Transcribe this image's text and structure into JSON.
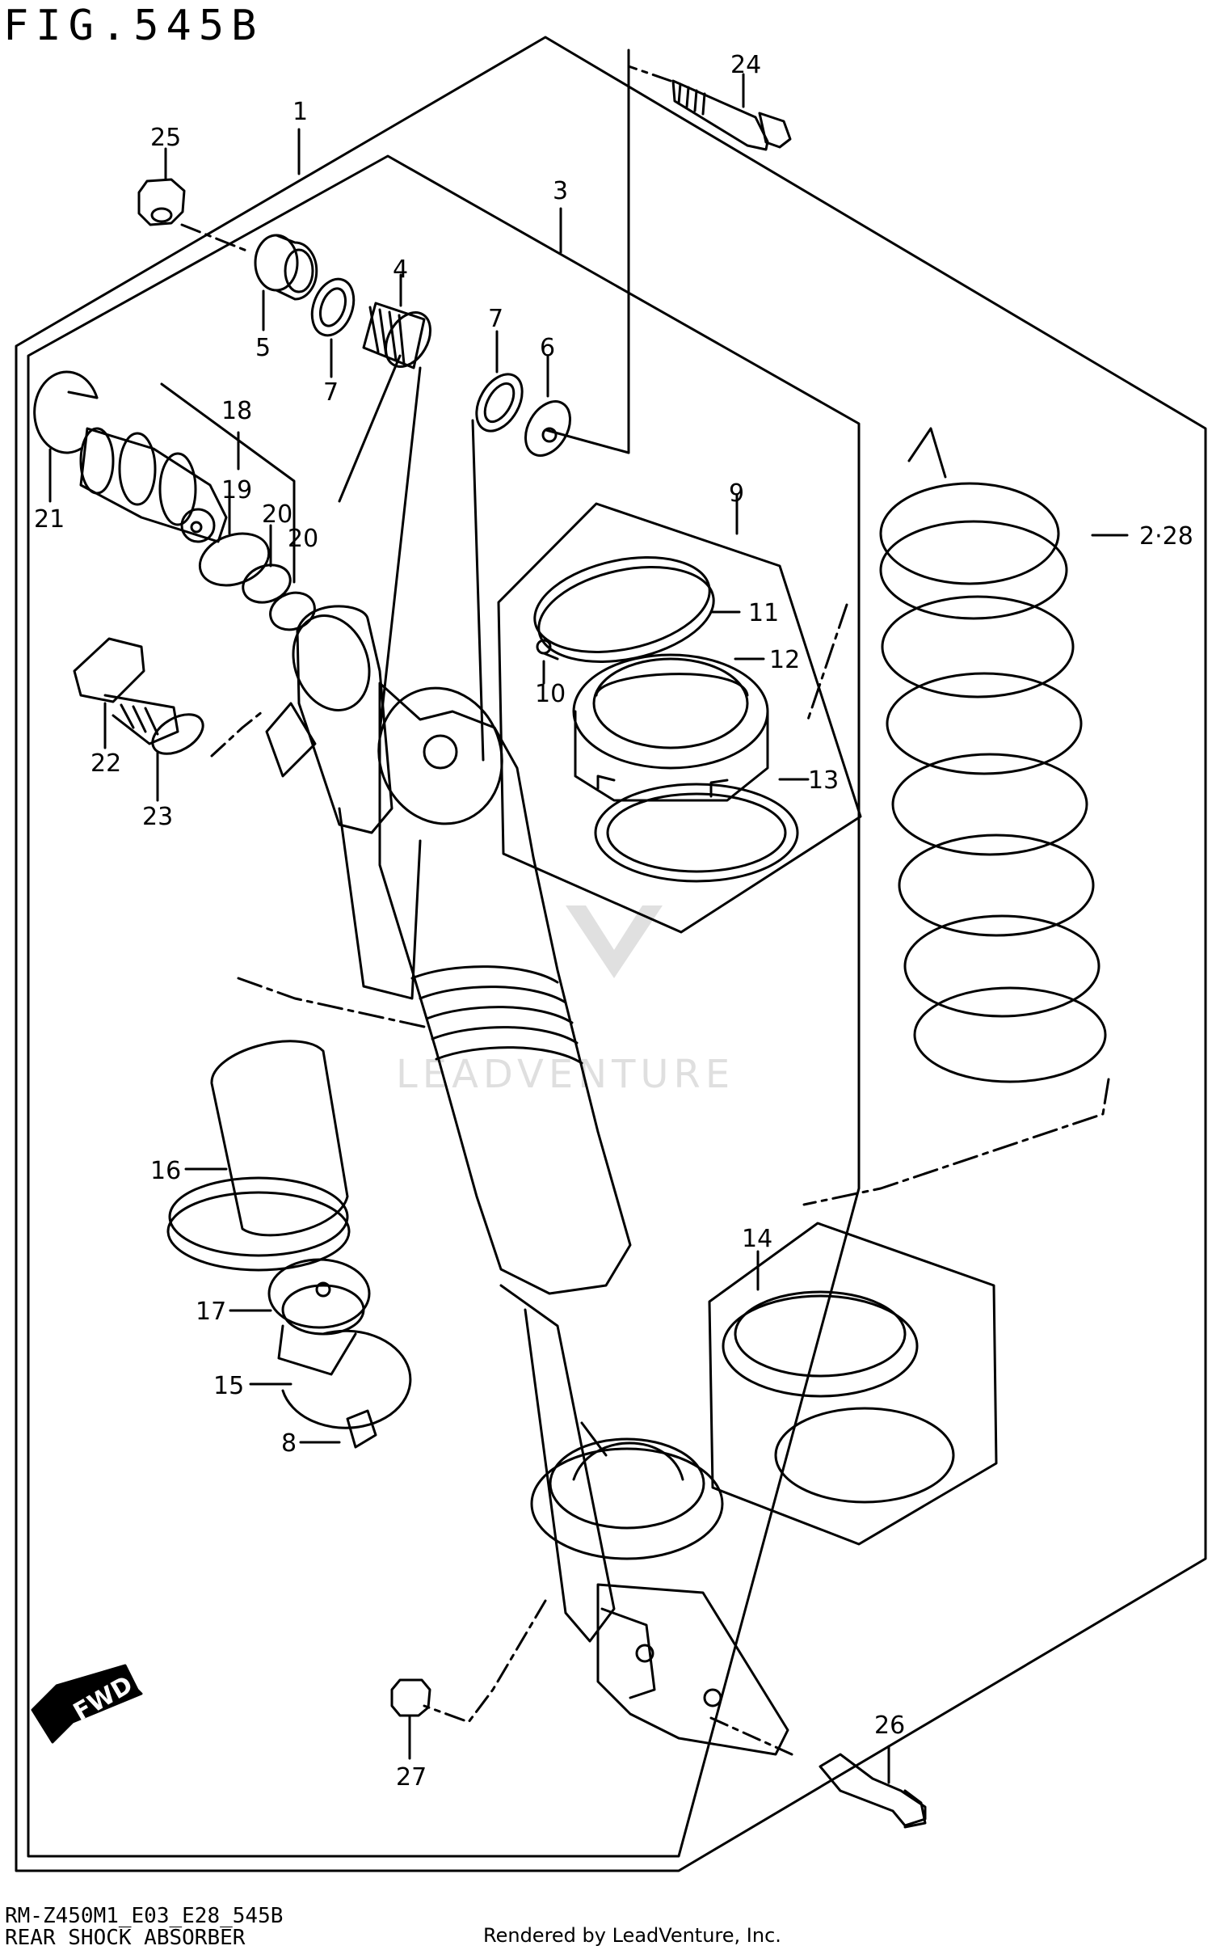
{
  "figure": {
    "title": "FIG.545B",
    "model_code": "RM-Z450M1_E03_E28_545B",
    "section_name": "REAR SHOCK ABSORBER",
    "credit": "Rendered by LeadVenture, Inc.",
    "watermark": "LEADVENTURE",
    "direction_label": "FWD"
  },
  "callouts": [
    "1",
    "2·28",
    "3",
    "4",
    "5",
    "6",
    "7",
    "7",
    "8",
    "9",
    "10",
    "11",
    "12",
    "13",
    "14",
    "15",
    "16",
    "17",
    "18",
    "19",
    "20",
    "20",
    "21",
    "22",
    "23",
    "24",
    "25",
    "26",
    "27"
  ]
}
